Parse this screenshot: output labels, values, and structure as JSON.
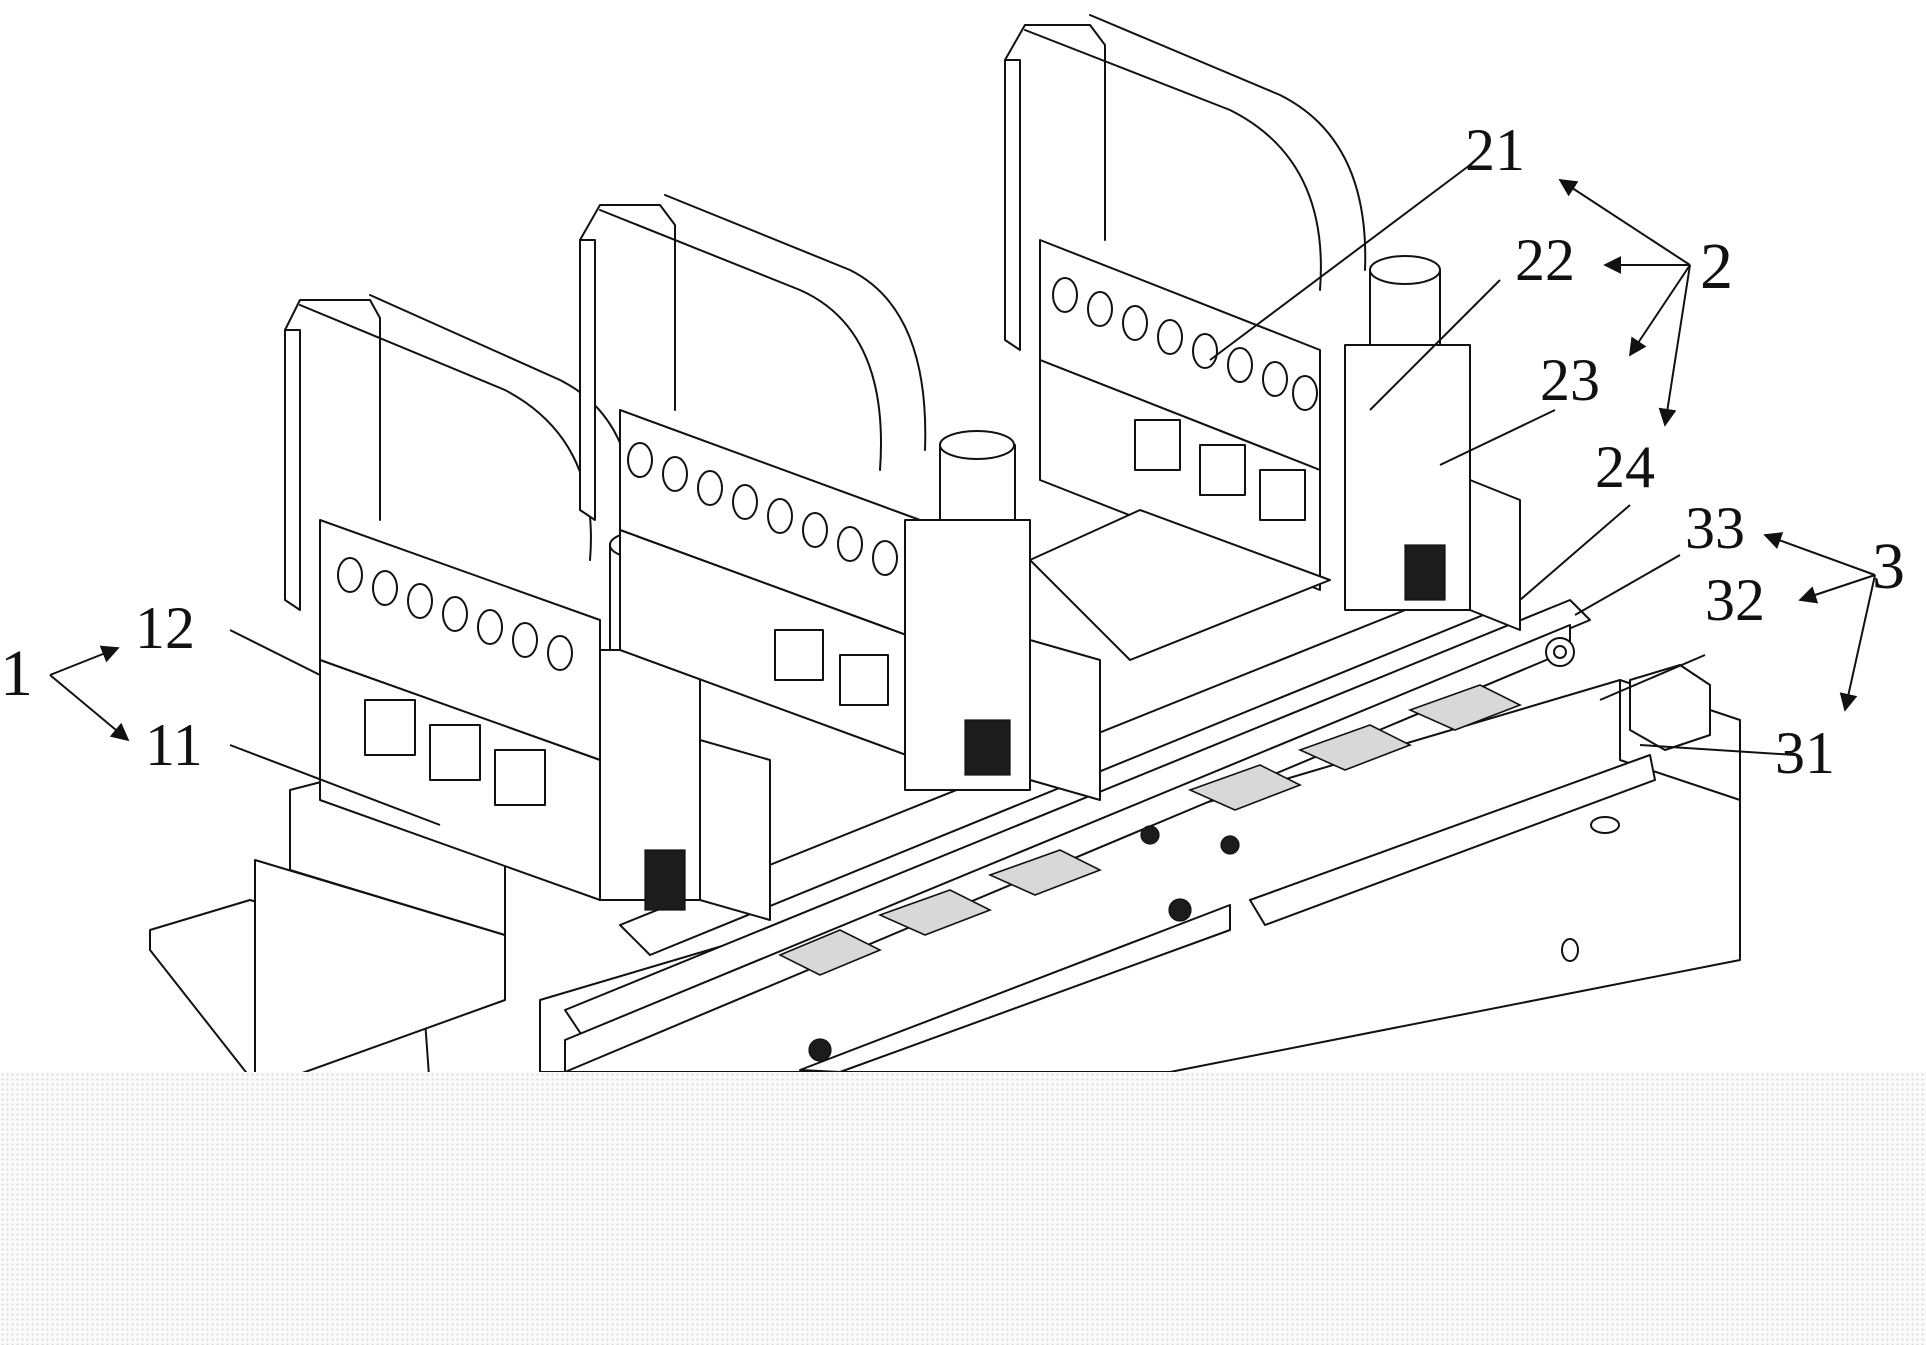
{
  "labels": {
    "l1": "1",
    "l11": "11",
    "l12": "12",
    "l2": "2",
    "l21": "21",
    "l22": "22",
    "l23": "23",
    "l24": "24",
    "l3": "3",
    "l31": "31",
    "l32": "32",
    "l33": "33"
  }
}
